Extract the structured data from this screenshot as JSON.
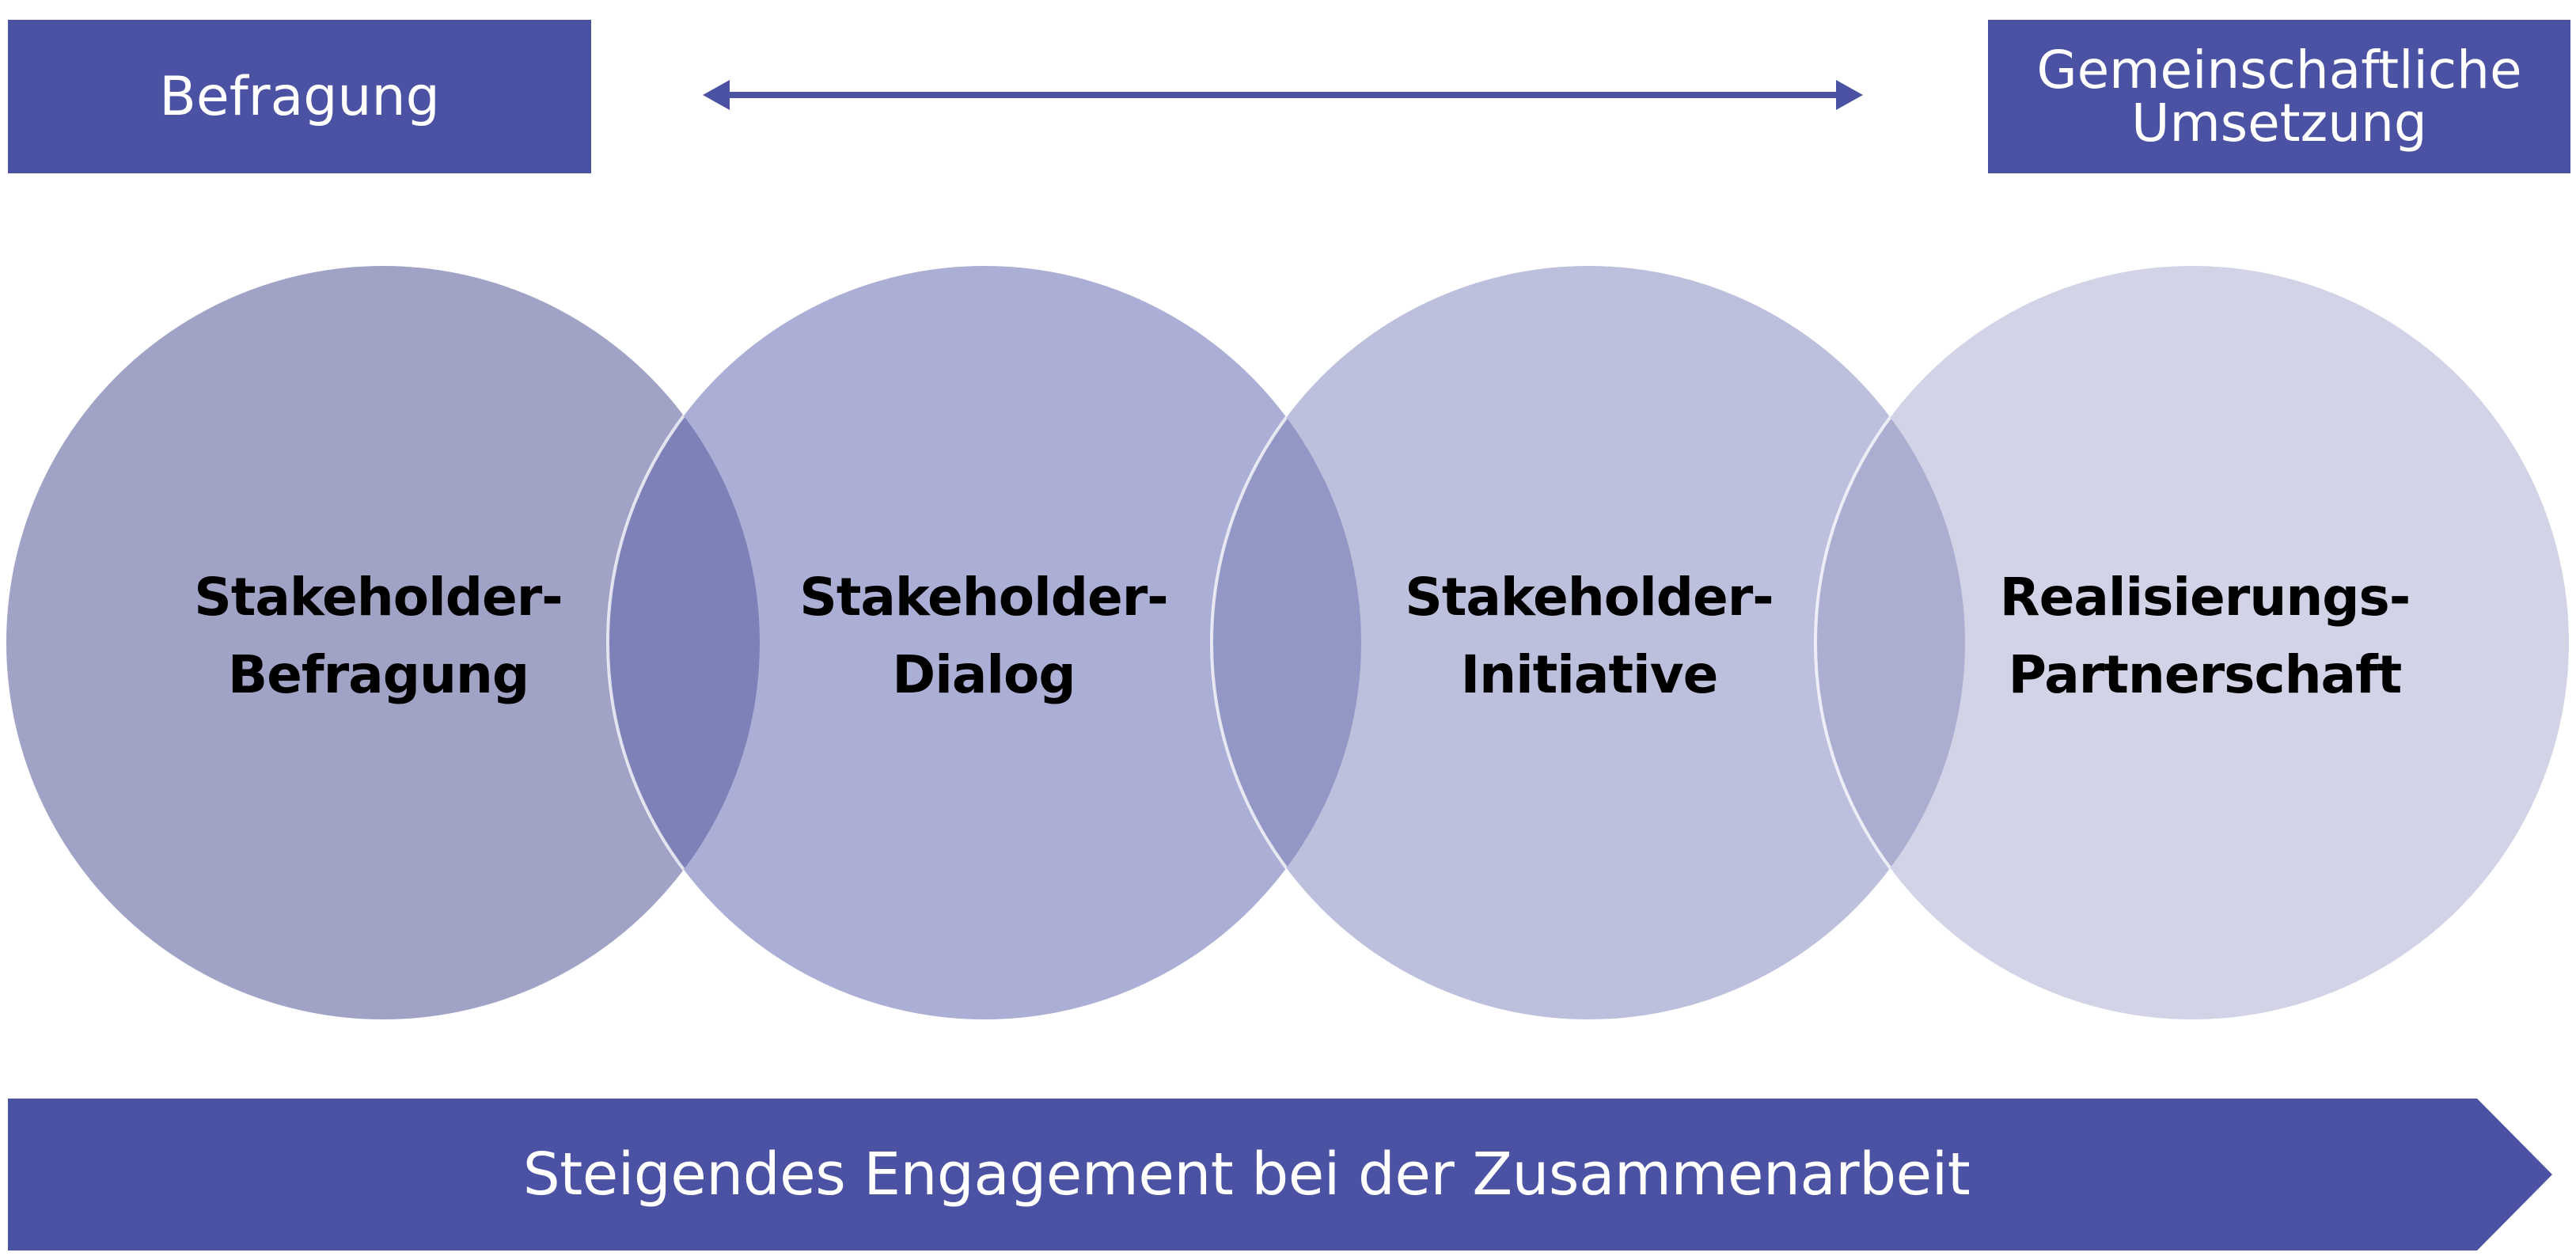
{
  "header": {
    "left_box": "Befragung",
    "right_box_line1": "Gemeinschaftliche",
    "right_box_line2": "Umsetzung"
  },
  "circles": [
    {
      "line1": "Stakeholder-",
      "line2": "Befragung"
    },
    {
      "line1": "Stakeholder-",
      "line2": "Dialog"
    },
    {
      "line1": "Stakeholder-",
      "line2": "Initiative"
    },
    {
      "line1": "Realisierungs-",
      "line2": "Partnerschaft"
    }
  ],
  "footer": {
    "arrow_text": "Steigendes Engagement bei der Zusammenarbeit"
  },
  "colors": {
    "primary": "#4b51a3",
    "circle_1": "#a0a2c6",
    "circle_2": "#abaed5",
    "circle_3": "#bdc0dd",
    "circle_4": "#d2d3e6",
    "overlap_1": "#7d81b8",
    "overlap_2": "#9397c5",
    "overlap_3": "#acaed1"
  }
}
